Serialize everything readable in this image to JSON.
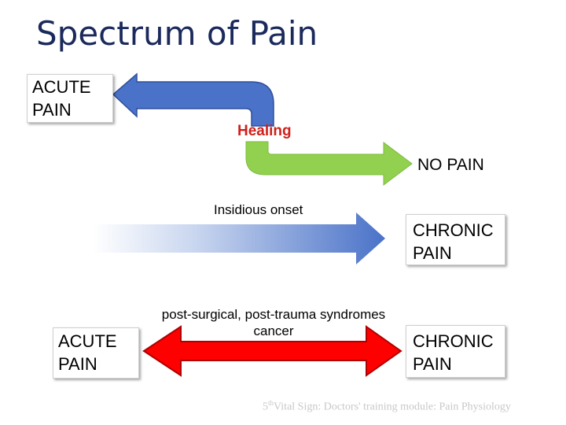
{
  "title": "Spectrum of Pain",
  "boxes": {
    "acute_top": [
      "ACUTE",
      "PAIN"
    ],
    "chronic_mid": [
      "CHRONIC",
      "PAIN"
    ],
    "acute_bottom": [
      "ACUTE",
      "PAIN"
    ],
    "chronic_bottom": [
      "CHRONIC",
      "PAIN"
    ]
  },
  "labels": {
    "healing": "Healing",
    "no_pain": "NO PAIN",
    "insidious_onset": "Insidious onset",
    "post_surgical": "post-surgical, post-trauma syndromes",
    "cancer": "cancer"
  },
  "footer": {
    "number": "5",
    "sup": "th",
    "text": "Vital Sign: Doctors' training module: Pain Physiology"
  },
  "colors": {
    "title": "#1b2a5c",
    "blue_arrow": "#4a72c8",
    "green_arrow": "#92d050",
    "red_arrow": "#ff0000",
    "healing_text": "#d0201a"
  }
}
